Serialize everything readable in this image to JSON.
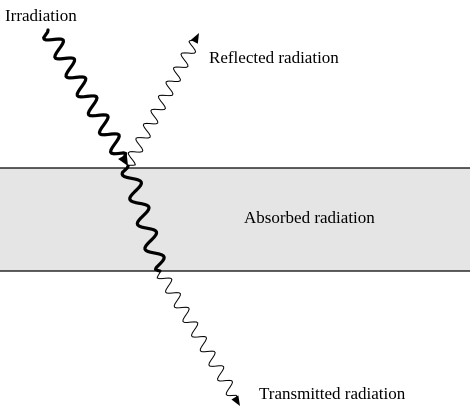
{
  "labels": {
    "irradiation": "Irradiation",
    "reflected": "Reflected radiation",
    "absorbed": "Absorbed radiation",
    "transmitted": "Transmitted radiation"
  },
  "colors": {
    "slab_fill": "#e5e5e5",
    "line": "#000000"
  }
}
